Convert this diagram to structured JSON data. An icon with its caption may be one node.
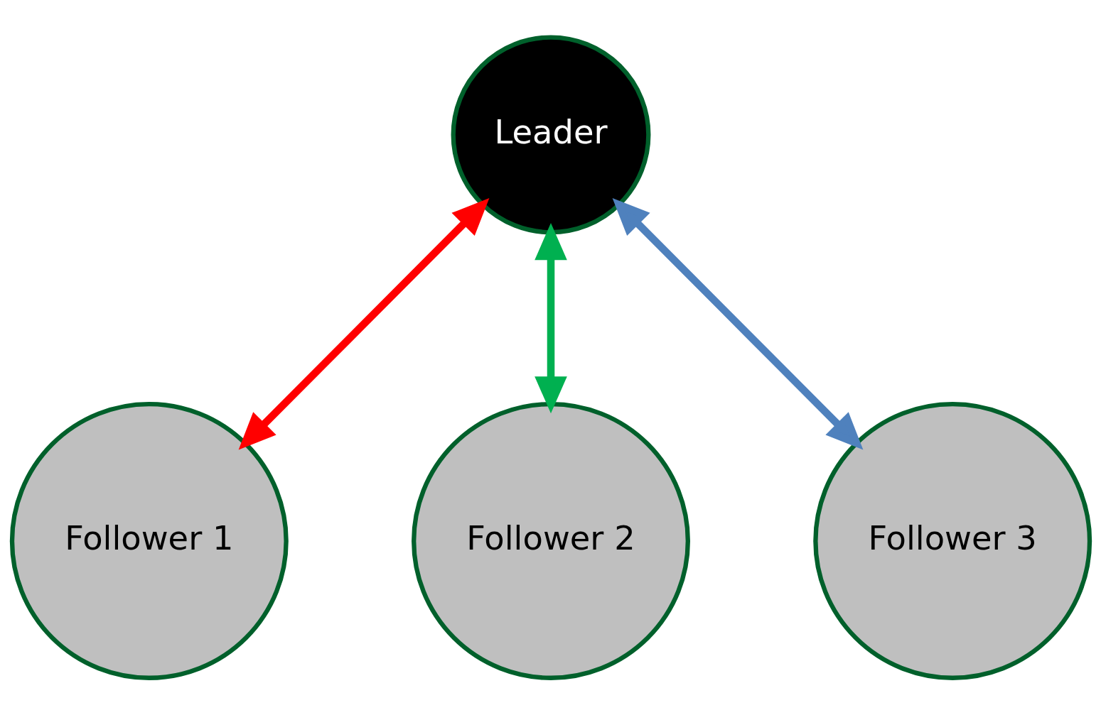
{
  "diagram": {
    "nodes": [
      {
        "text": [
          "Leader"
        ]
      },
      {
        "text": [
          "Follower 1"
        ]
      },
      {
        "text": [
          "Follower 2"
        ]
      },
      {
        "text": [
          "Follower 3"
        ]
      }
    ],
    "edges": [
      {
        "from": 0,
        "to": 1,
        "arrow": "both",
        "color": "#ff0000"
      },
      {
        "from": 0,
        "to": 2,
        "arrow": "both",
        "color": "#00b050"
      },
      {
        "from": 0,
        "to": 3,
        "arrow": "both",
        "color": "#4f81bd"
      }
    ]
  }
}
